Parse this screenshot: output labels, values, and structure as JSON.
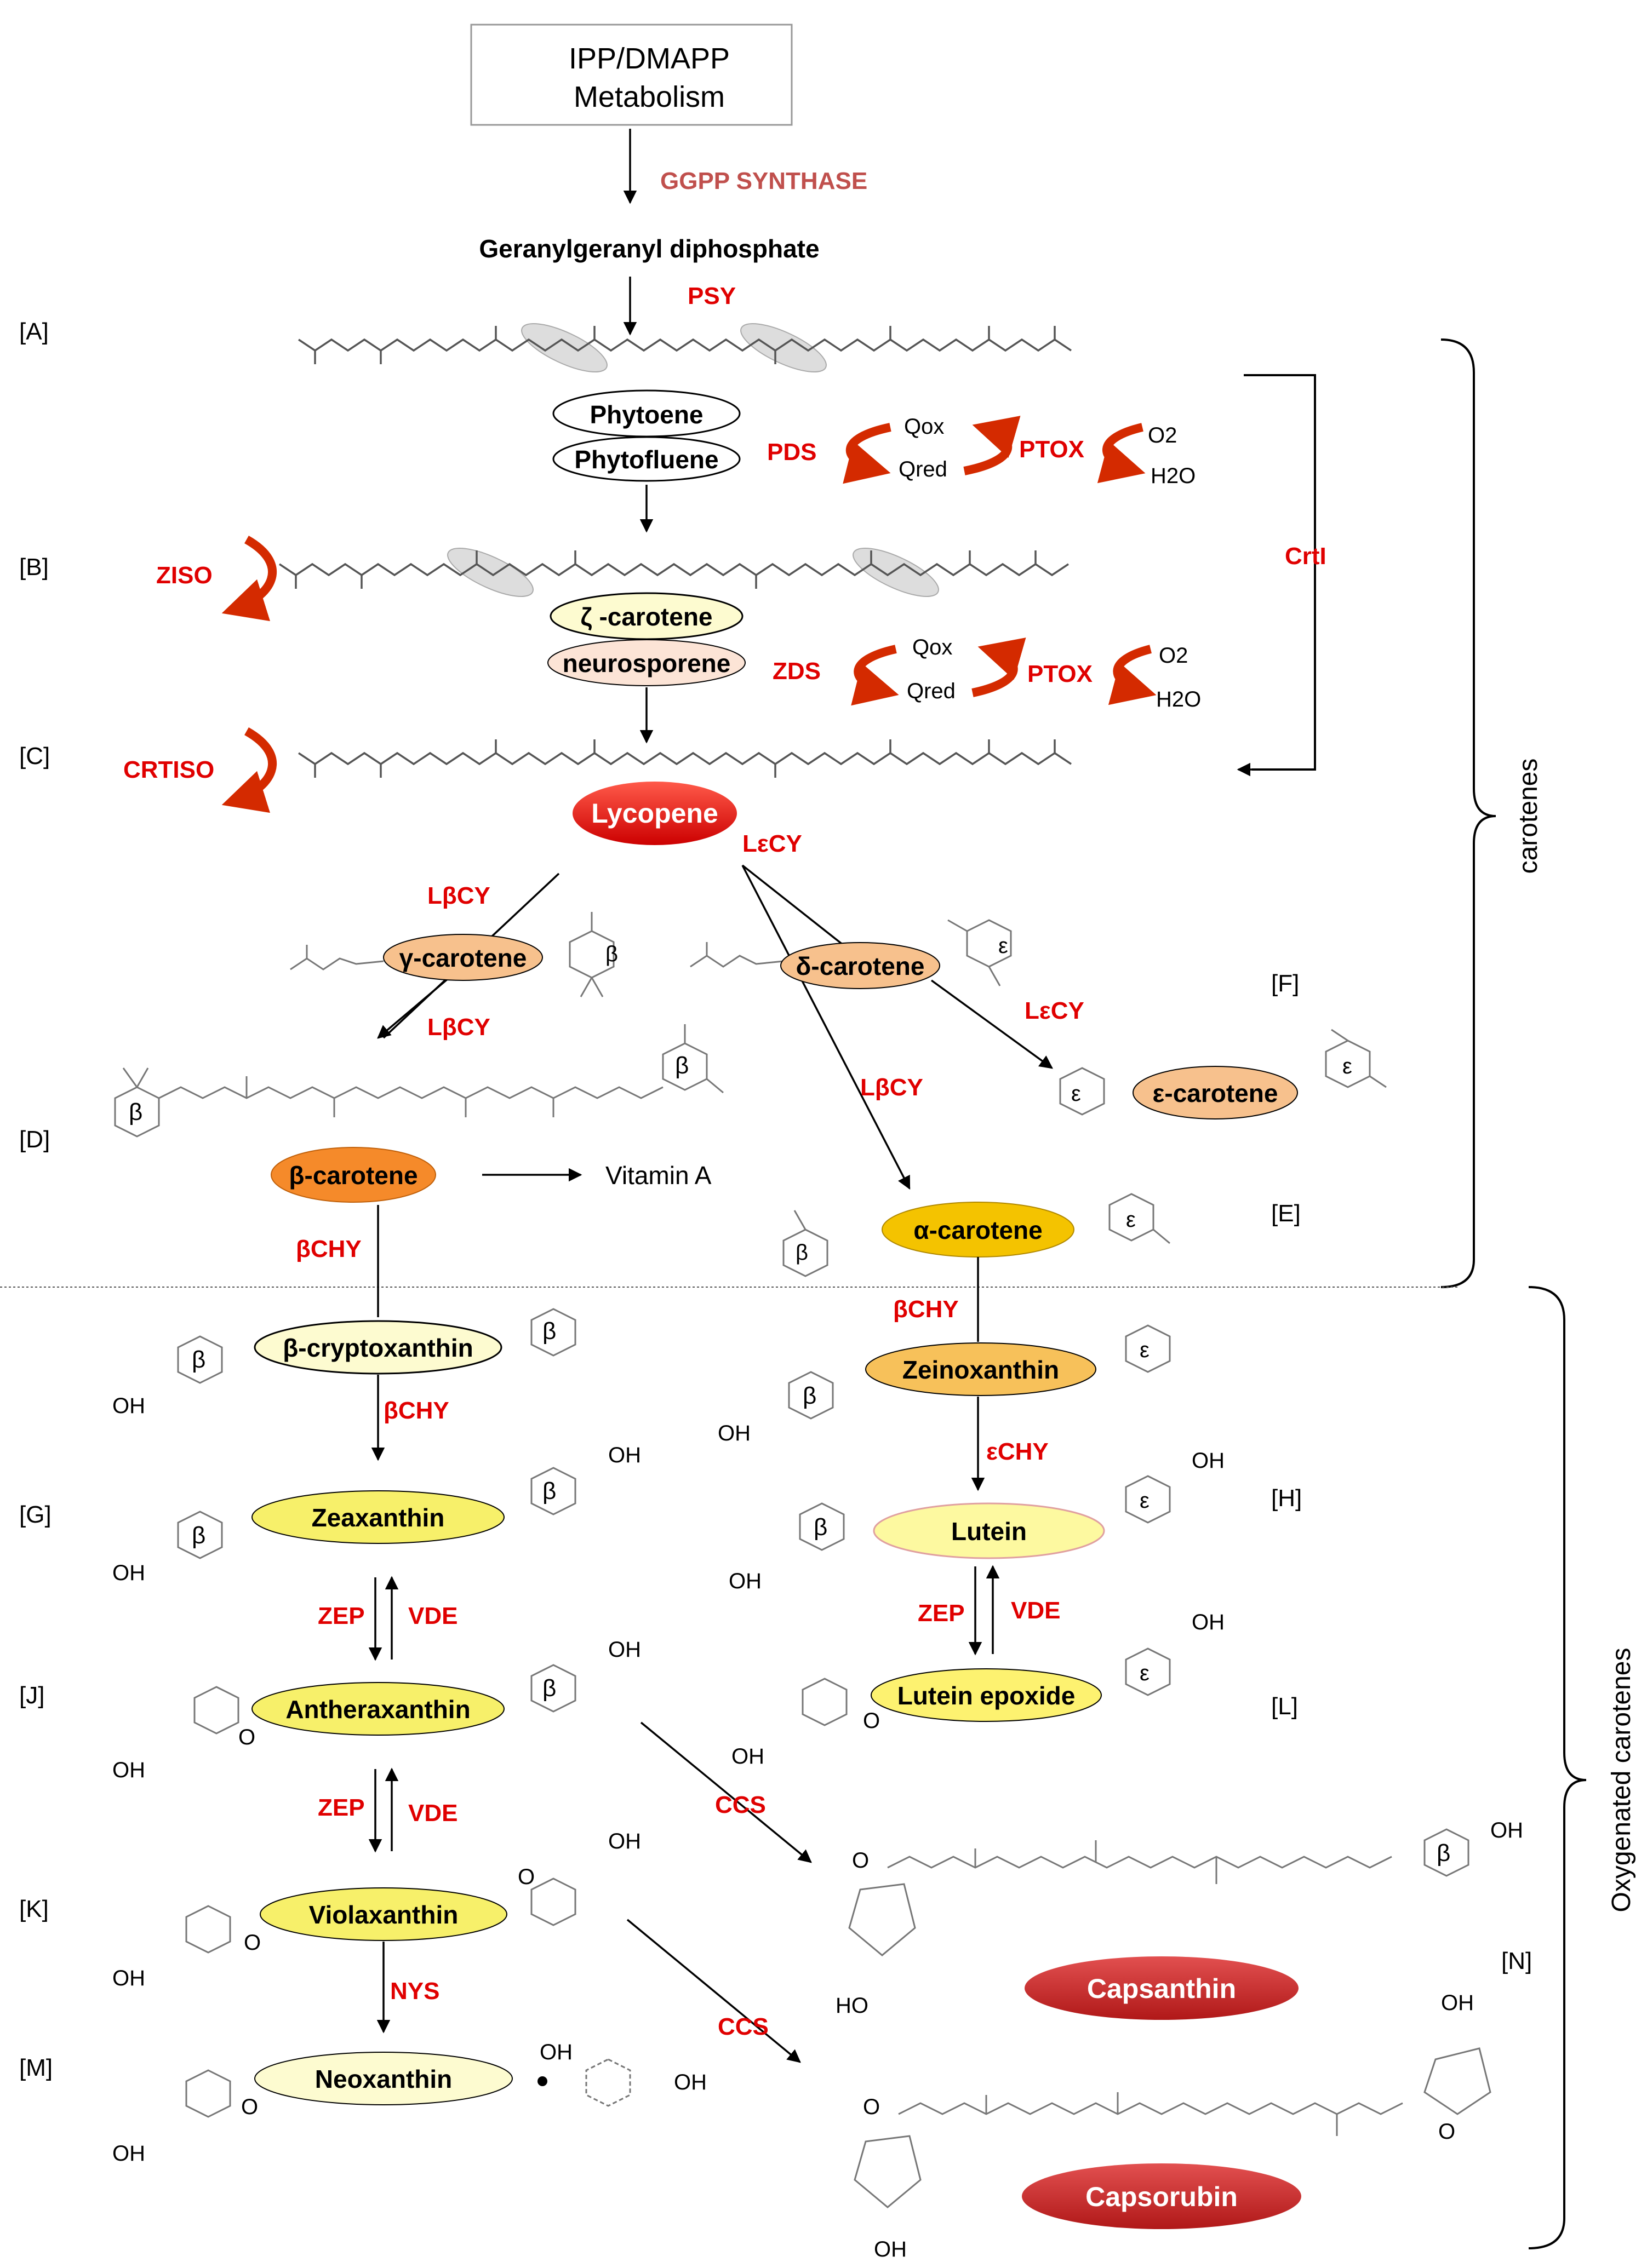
{
  "top_box": {
    "line1": "IPP/DMAPP",
    "line2": "Metabolism"
  },
  "ggpp_synthase": "GGPP SYNTHASE",
  "ggpp": "Geranylgeranyl diphosphate",
  "tags": {
    "A": "[A]",
    "B": "[B]",
    "C": "[C]",
    "D": "[D]",
    "E": "[E]",
    "F": "[F]",
    "G": "[G]",
    "H": "[H]",
    "J": "[J]",
    "K": "[K]",
    "L": "[L]",
    "M": "[M]",
    "N": "[N]"
  },
  "enzymes": {
    "psy": "PSY",
    "pds": "PDS",
    "ptox1": "PTOX",
    "ptox2": "PTOX",
    "zds": "ZDS",
    "ziso": "ZISO",
    "crtiso": "CRTISO",
    "crti": "CrtI",
    "lecy1": "LεCY",
    "lbcy1": "LβCY",
    "lbcy2": "LβCY",
    "lecy2": "LεCY",
    "lbcy3": "LβCY",
    "bchy1": "βCHY",
    "bchy2": "βCHY",
    "bchy3": "βCHY",
    "echy": "εCHY",
    "zep1": "ZEP",
    "vde1": "VDE",
    "zep2": "ZEP",
    "vde2": "VDE",
    "zep3": "ZEP",
    "vde3": "VDE",
    "ccs1": "CCS",
    "ccs2": "CCS",
    "nys": "NYS"
  },
  "redox": {
    "qox1": "Qox",
    "qred1": "Qred",
    "o2_1": "O2",
    "h2o_1": "H2O",
    "qox2": "Qox",
    "qred2": "Qred",
    "o2_2": "O2",
    "h2o_2": "H2O"
  },
  "compounds": {
    "phytoene": "Phytoene",
    "phytofluene": "Phytofluene",
    "zeta": "ζ -carotene",
    "neurosporene": "neurosporene",
    "lycopene": "Lycopene",
    "gamma": "γ-carotene",
    "delta": "δ-carotene",
    "beta": "β-carotene",
    "epsilon": "ε-carotene",
    "alpha": "α-carotene",
    "bcrypto": "β-cryptoxanthin",
    "zeino": "Zeinoxanthin",
    "zeaxanthin": "Zeaxanthin",
    "lutein": "Lutein",
    "anthera": "Antheraxanthin",
    "luteinepox": "Lutein epoxide",
    "viola": "Violaxanthin",
    "neo": "Neoxanthin",
    "capsanthin": "Capsanthin",
    "capsorubin": "Capsorubin"
  },
  "vitamin_a": "Vitamin A",
  "ring_beta": "β",
  "ring_eps": "ε",
  "groups": {
    "carotenes": "carotenes",
    "oxygenated": "Oxygenated carotenes"
  },
  "atoms": {
    "oh": "OH",
    "o": "O",
    "ho": "HO"
  }
}
